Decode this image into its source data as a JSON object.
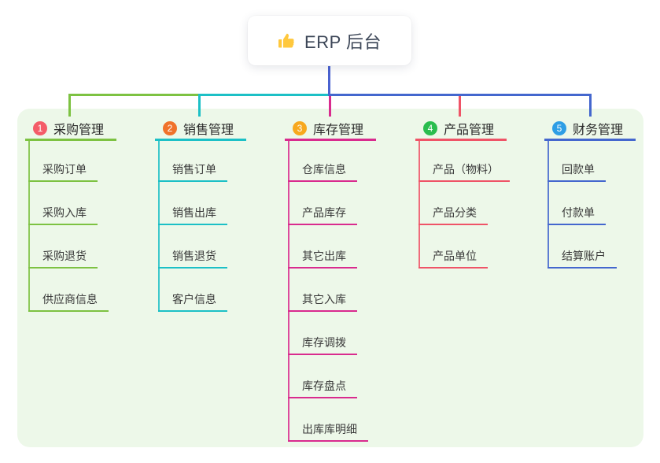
{
  "root": {
    "label": "ERP 后台",
    "icon": "thumbs-up-icon",
    "icon_color": "#FFC83D",
    "stem_color": "#4A62D0"
  },
  "panel": {
    "background": "#EDF8E9"
  },
  "branches": [
    {
      "num": "1",
      "label": "采购管理",
      "badge_color": "#F45C68",
      "line_color": "#7DC242",
      "children": [
        "采购订单",
        "采购入库",
        "采购退货",
        "供应商信息"
      ]
    },
    {
      "num": "2",
      "label": "销售管理",
      "badge_color": "#F0722B",
      "line_color": "#1CC0C6",
      "children": [
        "销售订单",
        "销售出库",
        "销售退货",
        "客户信息"
      ]
    },
    {
      "num": "3",
      "label": "库存管理",
      "badge_color": "#F7A81E",
      "line_color": "#D92B8E",
      "children": [
        "仓库信息",
        "产品库存",
        "其它出库",
        "其它入库",
        "库存调拨",
        "库存盘点",
        "出库库明细"
      ]
    },
    {
      "num": "4",
      "label": "产品管理",
      "badge_color": "#2ABD4E",
      "line_color": "#EF5467",
      "children": [
        "产品（物料）",
        "产品分类",
        "产品单位"
      ]
    },
    {
      "num": "5",
      "label": "财务管理",
      "badge_color": "#2E9EE5",
      "line_color": "#4467CE",
      "children": [
        "回款单",
        "付款单",
        "结算账户"
      ]
    }
  ]
}
